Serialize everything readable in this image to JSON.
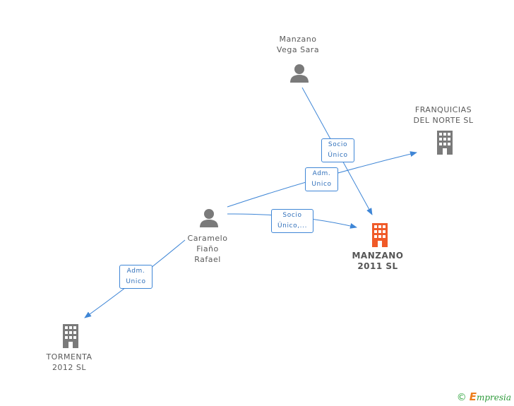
{
  "nodes": {
    "vega_sara": {
      "line1": "Manzano",
      "line2": "Vega Sara",
      "kind": "person"
    },
    "franquicias": {
      "line1": "FRANQUICIAS",
      "line2": "DEL NORTE SL",
      "kind": "company"
    },
    "caramelo": {
      "line1": "Caramelo",
      "line2": "Fiaño",
      "line3": "Rafael",
      "kind": "person"
    },
    "manzano2011": {
      "line1": "MANZANO",
      "line2": "2011 SL",
      "kind": "company-focus"
    },
    "tormenta": {
      "line1": "TORMENTA",
      "line2": "2012 SL",
      "kind": "company"
    }
  },
  "edges": {
    "vega_to_manzano": {
      "line1": "Socio",
      "line2": "Único"
    },
    "caramelo_to_franquicias": {
      "line1": "Adm.",
      "line2": "Unico"
    },
    "caramelo_to_manzano": {
      "line1": "Socio",
      "line2": "Único,..."
    },
    "caramelo_to_tormenta": {
      "line1": "Adm.",
      "line2": "Unico"
    }
  },
  "colors": {
    "edge": "#3f86d6",
    "person_icon": "#7a7a7a",
    "company_icon": "#7a7a7a",
    "focus_icon": "#f05a28"
  },
  "watermark": {
    "symbol": "©",
    "brand_initial": "E",
    "brand_rest": "mpresia"
  }
}
